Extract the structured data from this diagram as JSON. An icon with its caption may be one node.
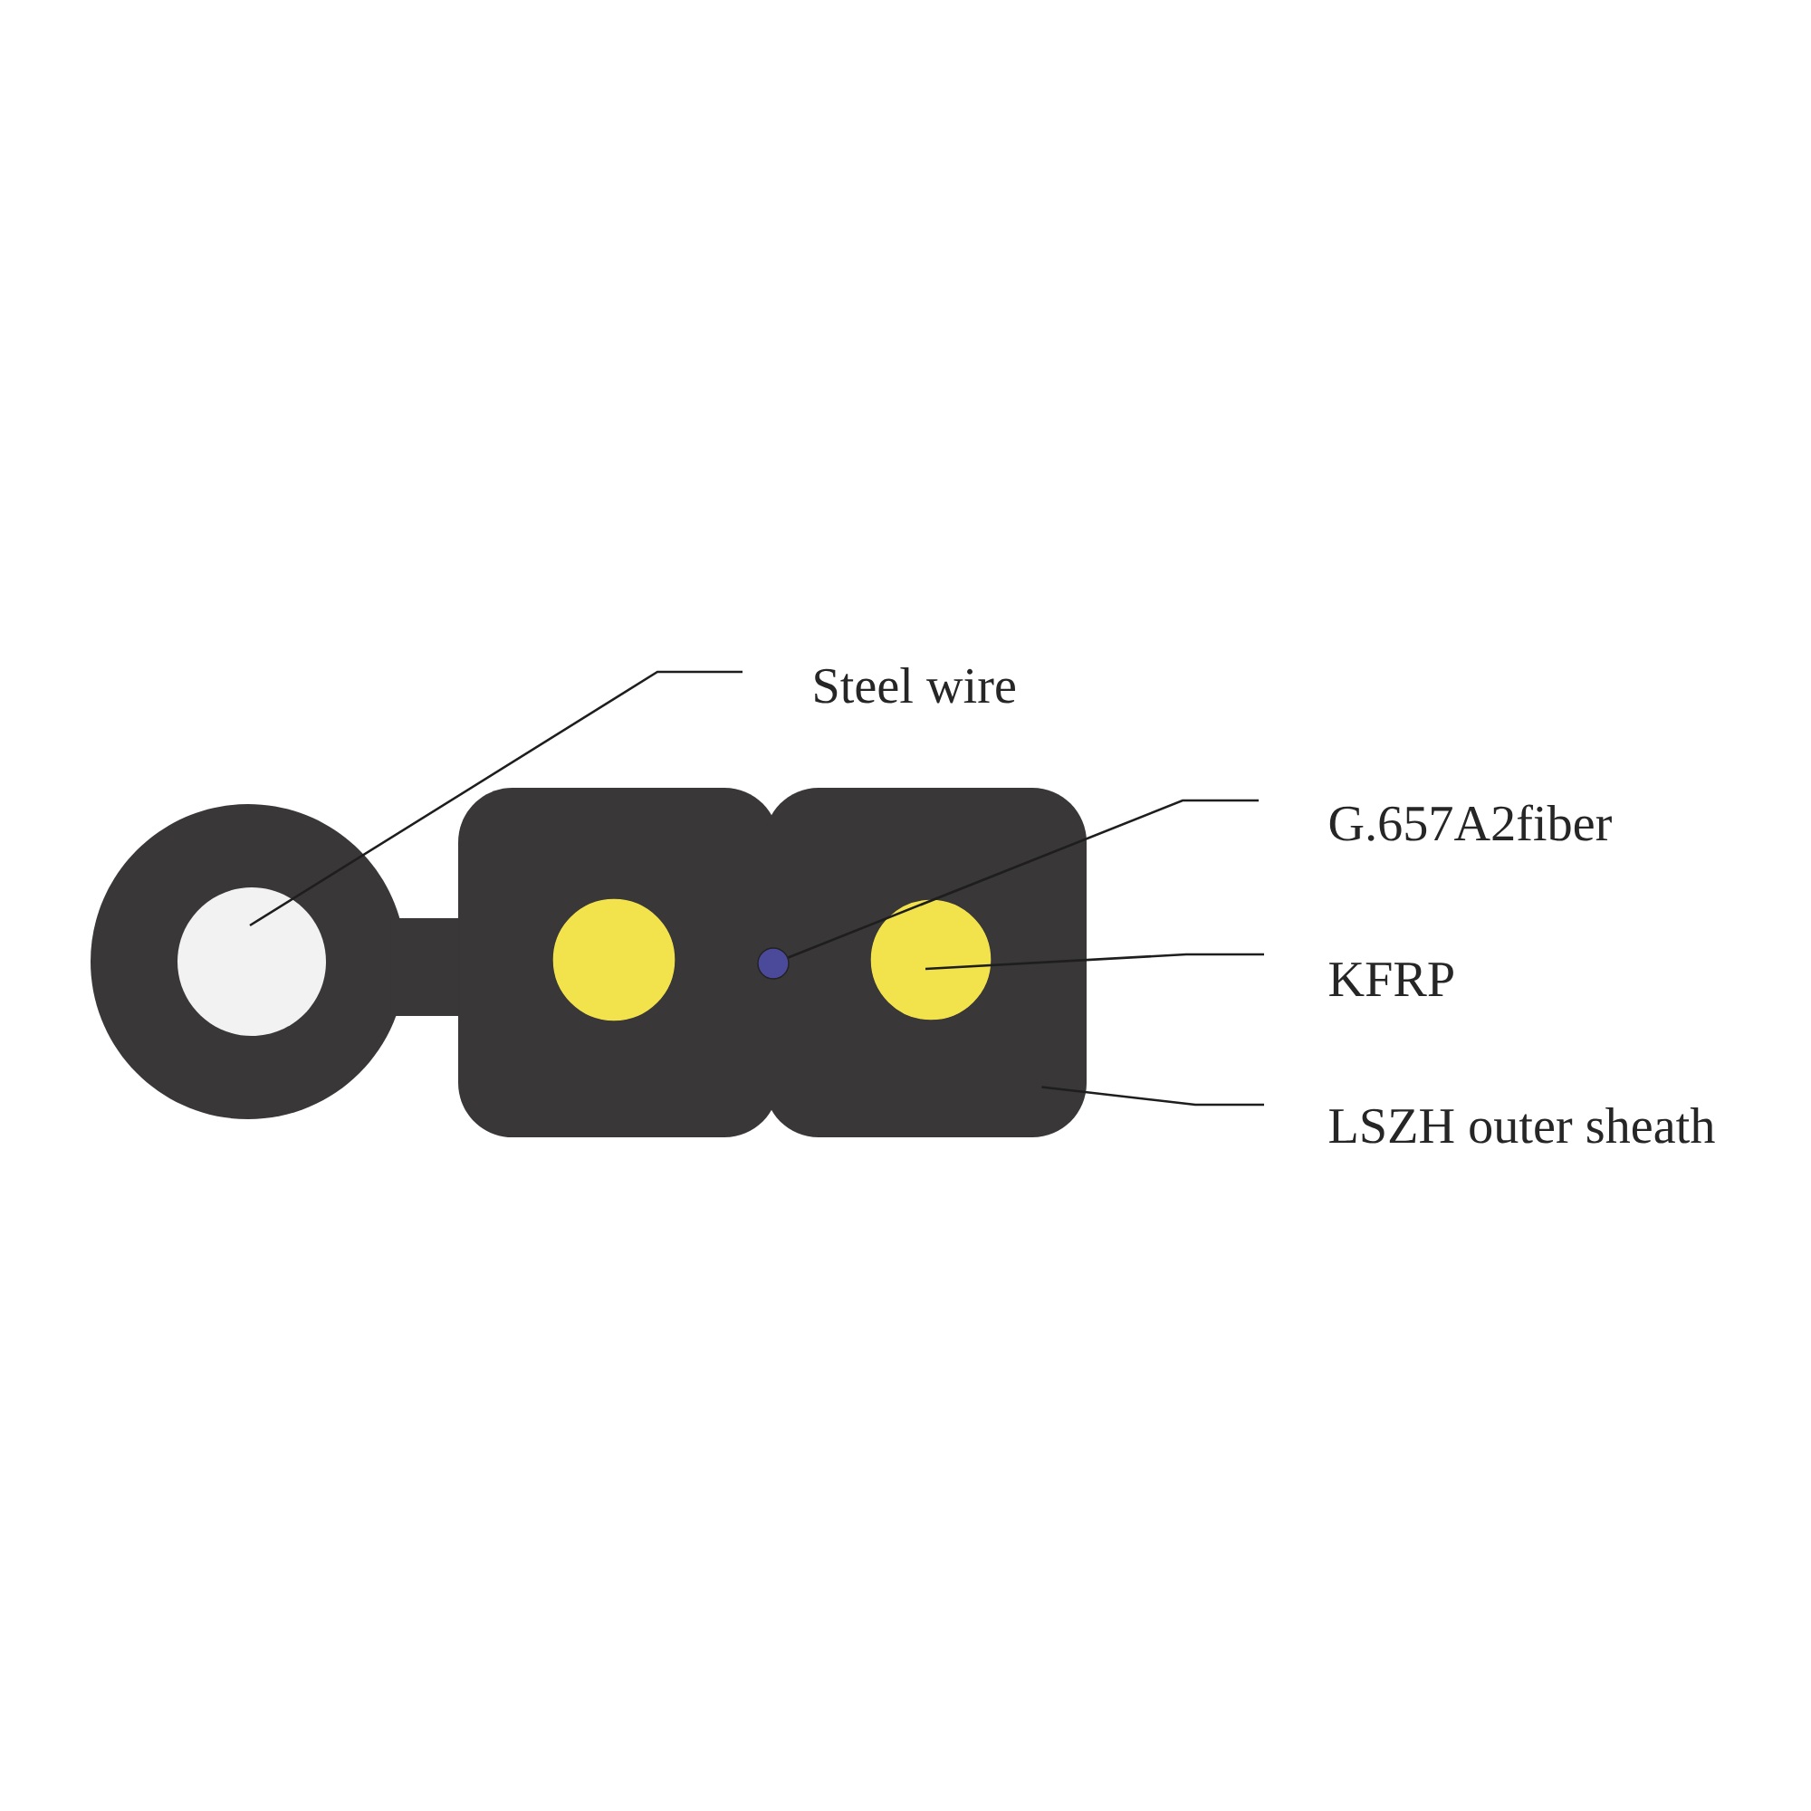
{
  "diagram": {
    "nodes": [
      {
        "text": [
          "Steel wire"
        ]
      },
      {
        "text": [],
        "shape": "circle"
      },
      {
        "text": [],
        "shape": "circle"
      },
      {
        "text": [],
        "shape": "box"
      },
      {
        "text": [],
        "shape": "circle"
      },
      {
        "text": [],
        "shape": "circle",
        "in": 3
      },
      {
        "text": [
          "G.657A2fiber"
        ]
      },
      {
        "text": [
          "KFRP"
        ]
      },
      {
        "text": [
          "LSZH outer sheath"
        ]
      }
    ],
    "edges": [
      {
        "from": 0,
        "to": 1,
        "arrow": "none"
      },
      {
        "from": 6,
        "to": 4,
        "arrow": "none"
      },
      {
        "from": 7,
        "to": 5,
        "arrow": "none"
      },
      {
        "from": 8,
        "to": 3,
        "arrow": "none"
      }
    ]
  }
}
